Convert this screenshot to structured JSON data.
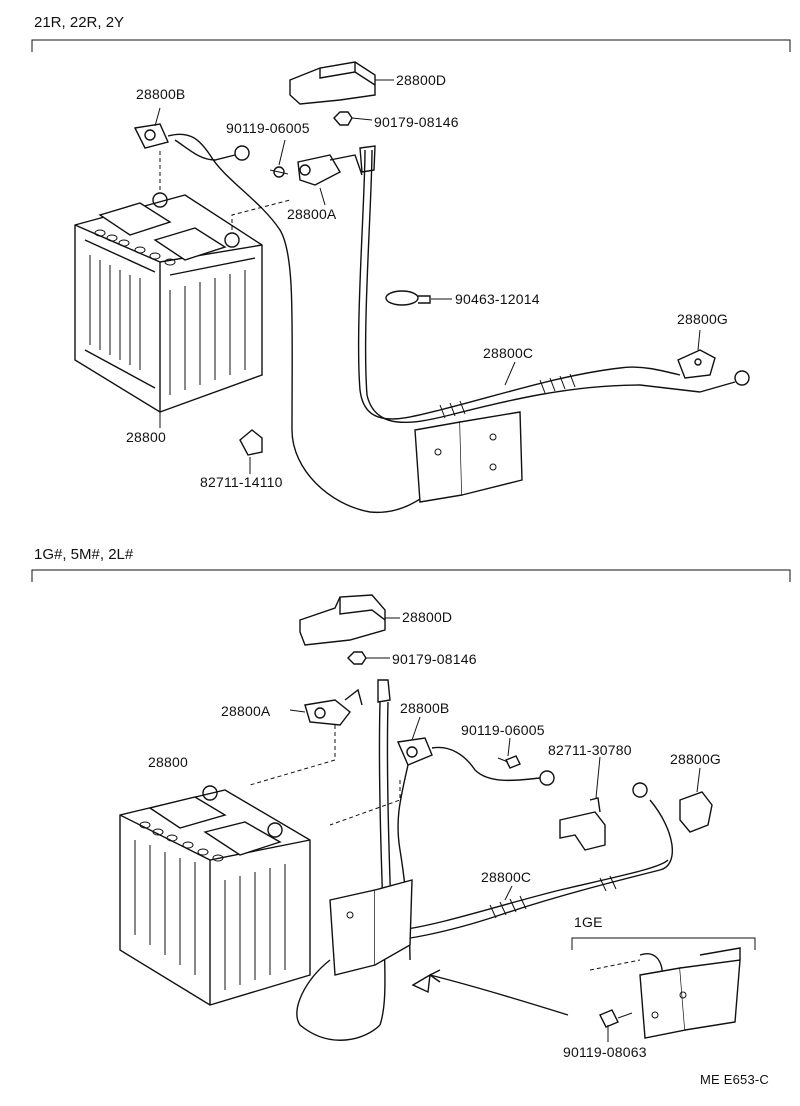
{
  "sections": [
    {
      "header": "21R, 22R, 2Y",
      "parts": {
        "battery": "28800",
        "terminal_neg": "28800B",
        "terminal_pos": "28800A",
        "cover": "28800D",
        "nut": "90179-08146",
        "bolt": "90119-06005",
        "clamp": "90463-12014",
        "cable": "28800C",
        "cap": "28800G",
        "clip": "82711-14110"
      }
    },
    {
      "header": "1G#, 5M#, 2L#",
      "parts": {
        "cover": "28800D",
        "nut": "90179-08146",
        "terminal_pos": "28800A",
        "terminal_neg": "28800B",
        "bolt": "90119-06005",
        "battery": "28800",
        "clip": "82711-30780",
        "cap": "28800G",
        "cable": "28800C",
        "sub_header": "1GE",
        "sub_bolt": "90119-08063"
      }
    }
  ],
  "footer_code": "ME E653-C"
}
